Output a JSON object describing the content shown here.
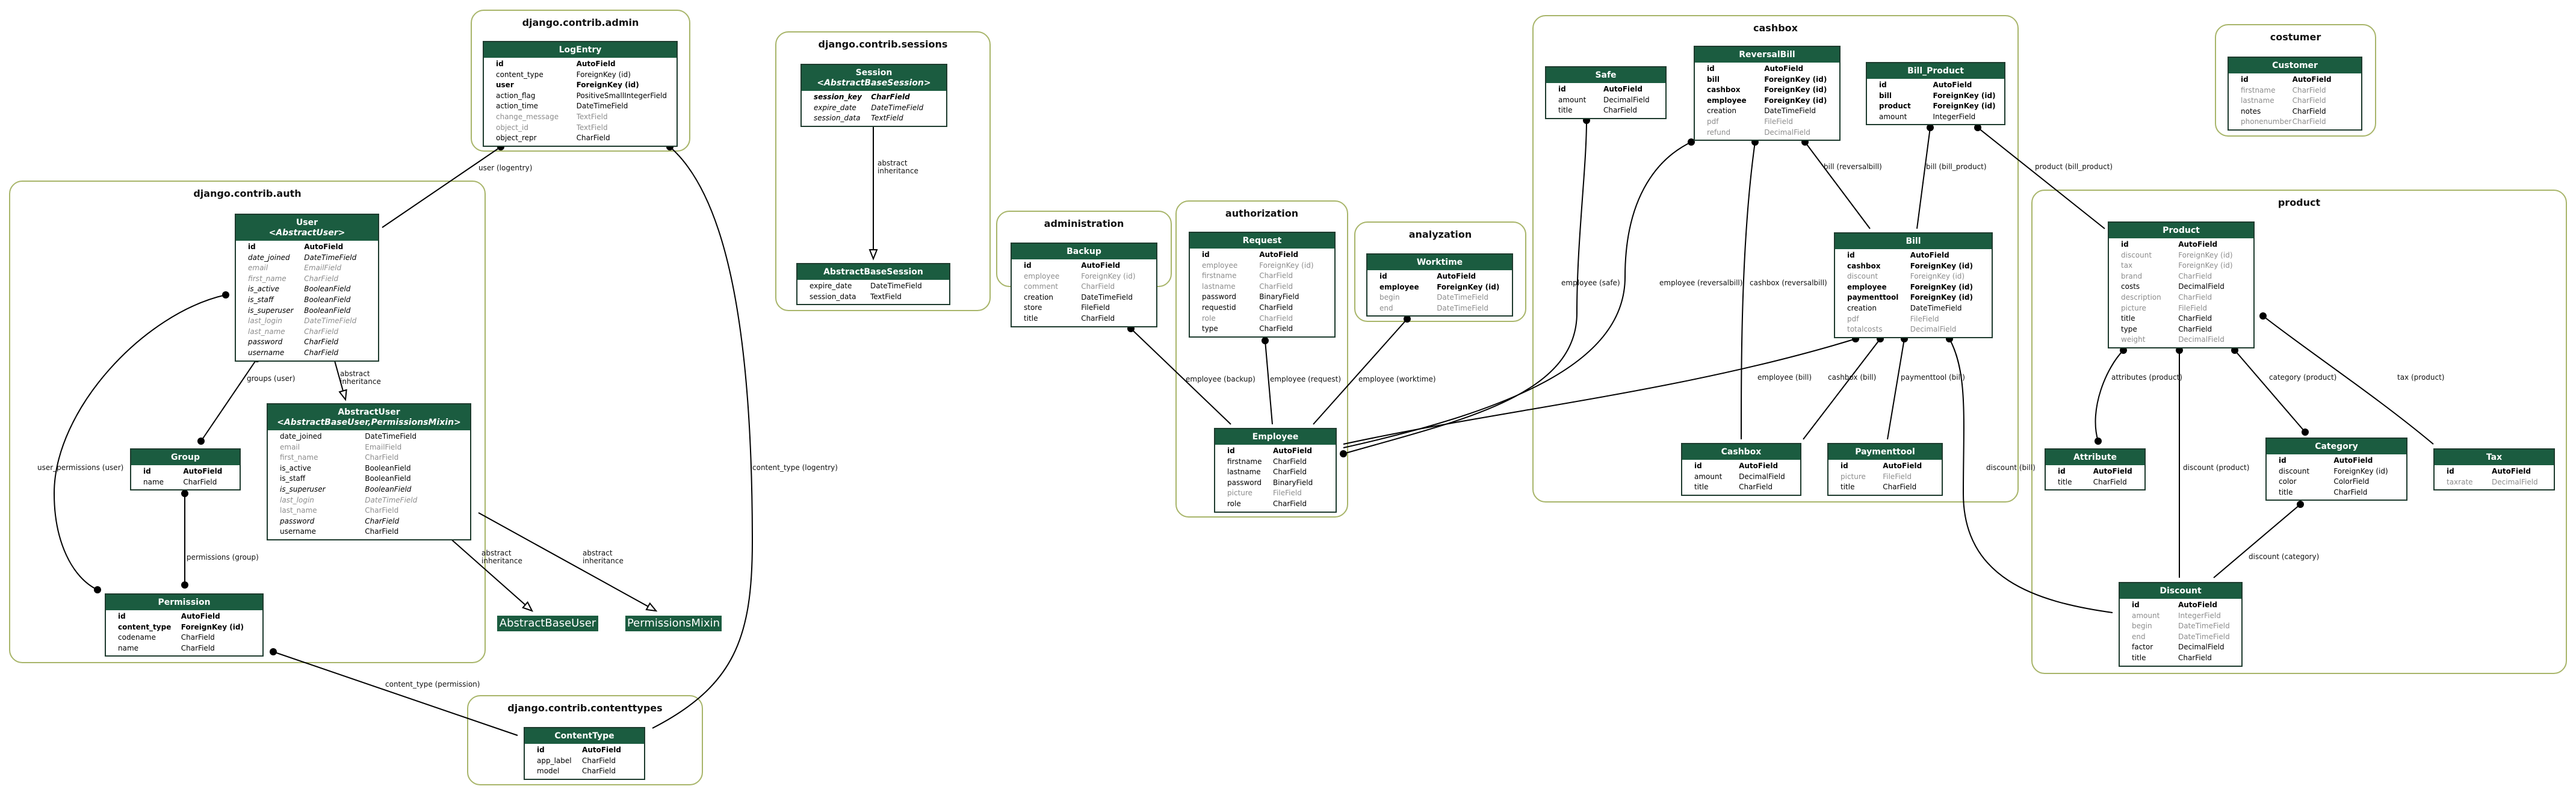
{
  "clusters": {
    "admin": "django.contrib.admin",
    "auth": "django.contrib.auth",
    "sessions": "django.contrib.sessions",
    "contenttypes": "django.contrib.contenttypes",
    "administration": "administration",
    "authorization": "authorization",
    "analyzation": "analyzation",
    "cashbox": "cashbox",
    "costumer": "costumer",
    "product": "product"
  },
  "models": {
    "logentry": {
      "title": "LogEntry",
      "fields": [
        [
          "id",
          "AutoField",
          "bold"
        ],
        [
          "content_type",
          "ForeignKey (id)",
          ""
        ],
        [
          "user",
          "ForeignKey (id)",
          "bold"
        ],
        [
          "action_flag",
          "PositiveSmallIntegerField",
          ""
        ],
        [
          "action_time",
          "DateTimeField",
          ""
        ],
        [
          "change_message",
          "TextField",
          "muted"
        ],
        [
          "object_id",
          "TextField",
          "muted"
        ],
        [
          "object_repr",
          "CharField",
          ""
        ]
      ]
    },
    "user": {
      "title": "User",
      "subtitle": "<AbstractUser>",
      "fields": [
        [
          "id",
          "AutoField",
          "bold"
        ],
        [
          "date_joined",
          "DateTimeField",
          "ital"
        ],
        [
          "email",
          "EmailField",
          "ital muted"
        ],
        [
          "first_name",
          "CharField",
          "ital muted"
        ],
        [
          "is_active",
          "BooleanField",
          "ital"
        ],
        [
          "is_staff",
          "BooleanField",
          "ital"
        ],
        [
          "is_superuser",
          "BooleanField",
          "ital"
        ],
        [
          "last_login",
          "DateTimeField",
          "ital muted"
        ],
        [
          "last_name",
          "CharField",
          "ital muted"
        ],
        [
          "password",
          "CharField",
          "ital"
        ],
        [
          "username",
          "CharField",
          "ital"
        ]
      ]
    },
    "group": {
      "title": "Group",
      "fields": [
        [
          "id",
          "AutoField",
          "bold"
        ],
        [
          "name",
          "CharField",
          ""
        ]
      ]
    },
    "permission": {
      "title": "Permission",
      "fields": [
        [
          "id",
          "AutoField",
          "bold"
        ],
        [
          "content_type",
          "ForeignKey (id)",
          "bold"
        ],
        [
          "codename",
          "CharField",
          ""
        ],
        [
          "name",
          "CharField",
          ""
        ]
      ]
    },
    "abstractuser": {
      "title": "AbstractUser",
      "subtitle": "<AbstractBaseUser,PermissionsMixin>",
      "fields": [
        [
          "date_joined",
          "DateTimeField",
          ""
        ],
        [
          "email",
          "EmailField",
          "muted"
        ],
        [
          "first_name",
          "CharField",
          "muted"
        ],
        [
          "is_active",
          "BooleanField",
          ""
        ],
        [
          "is_staff",
          "BooleanField",
          ""
        ],
        [
          "is_superuser",
          "BooleanField",
          "ital"
        ],
        [
          "last_login",
          "DateTimeField",
          "ital muted"
        ],
        [
          "last_name",
          "CharField",
          "muted"
        ],
        [
          "password",
          "CharField",
          "ital"
        ],
        [
          "username",
          "CharField",
          ""
        ]
      ]
    },
    "session": {
      "title": "Session",
      "subtitle": "<AbstractBaseSession>",
      "fields": [
        [
          "session_key",
          "CharField",
          "bold ital"
        ],
        [
          "expire_date",
          "DateTimeField",
          "ital"
        ],
        [
          "session_data",
          "TextField",
          "ital"
        ]
      ]
    },
    "abstractbasesession": {
      "title": "AbstractBaseSession",
      "fields": [
        [
          "expire_date",
          "DateTimeField",
          ""
        ],
        [
          "session_data",
          "TextField",
          ""
        ]
      ]
    },
    "contenttype": {
      "title": "ContentType",
      "fields": [
        [
          "id",
          "AutoField",
          "bold"
        ],
        [
          "app_label",
          "CharField",
          ""
        ],
        [
          "model",
          "CharField",
          ""
        ]
      ]
    },
    "backup": {
      "title": "Backup",
      "fields": [
        [
          "id",
          "AutoField",
          "bold"
        ],
        [
          "employee",
          "ForeignKey (id)",
          "muted"
        ],
        [
          "comment",
          "CharField",
          "muted"
        ],
        [
          "creation",
          "DateTimeField",
          ""
        ],
        [
          "store",
          "FileField",
          ""
        ],
        [
          "title",
          "CharField",
          ""
        ]
      ]
    },
    "request": {
      "title": "Request",
      "fields": [
        [
          "id",
          "AutoField",
          "bold"
        ],
        [
          "employee",
          "ForeignKey (id)",
          "muted"
        ],
        [
          "firstname",
          "CharField",
          "muted"
        ],
        [
          "lastname",
          "CharField",
          "muted"
        ],
        [
          "password",
          "BinaryField",
          ""
        ],
        [
          "requestid",
          "CharField",
          ""
        ],
        [
          "role",
          "CharField",
          "muted"
        ],
        [
          "type",
          "CharField",
          ""
        ]
      ]
    },
    "employee": {
      "title": "Employee",
      "fields": [
        [
          "id",
          "AutoField",
          "bold"
        ],
        [
          "firstname",
          "CharField",
          ""
        ],
        [
          "lastname",
          "CharField",
          ""
        ],
        [
          "password",
          "BinaryField",
          ""
        ],
        [
          "picture",
          "FileField",
          "muted"
        ],
        [
          "role",
          "CharField",
          ""
        ]
      ]
    },
    "worktime": {
      "title": "Worktime",
      "fields": [
        [
          "id",
          "AutoField",
          "bold"
        ],
        [
          "employee",
          "ForeignKey (id)",
          "bold"
        ],
        [
          "begin",
          "DateTimeField",
          "muted"
        ],
        [
          "end",
          "DateTimeField",
          "muted"
        ]
      ]
    },
    "safe": {
      "title": "Safe",
      "fields": [
        [
          "id",
          "AutoField",
          "bold"
        ],
        [
          "amount",
          "DecimalField",
          ""
        ],
        [
          "title",
          "CharField",
          ""
        ]
      ]
    },
    "reversalbill": {
      "title": "ReversalBill",
      "fields": [
        [
          "id",
          "AutoField",
          "bold"
        ],
        [
          "bill",
          "ForeignKey (id)",
          "bold"
        ],
        [
          "cashbox",
          "ForeignKey (id)",
          "bold"
        ],
        [
          "employee",
          "ForeignKey (id)",
          "bold"
        ],
        [
          "creation",
          "DateTimeField",
          ""
        ],
        [
          "pdf",
          "FileField",
          "muted"
        ],
        [
          "refund",
          "DecimalField",
          "muted"
        ]
      ]
    },
    "bill_product": {
      "title": "Bill_Product",
      "fields": [
        [
          "id",
          "AutoField",
          "bold"
        ],
        [
          "bill",
          "ForeignKey (id)",
          "bold"
        ],
        [
          "product",
          "ForeignKey (id)",
          "bold"
        ],
        [
          "amount",
          "IntegerField",
          ""
        ]
      ]
    },
    "bill": {
      "title": "Bill",
      "fields": [
        [
          "id",
          "AutoField",
          "bold"
        ],
        [
          "cashbox",
          "ForeignKey (id)",
          "bold"
        ],
        [
          "discount",
          "ForeignKey (id)",
          "muted"
        ],
        [
          "employee",
          "ForeignKey (id)",
          "bold"
        ],
        [
          "paymenttool",
          "ForeignKey (id)",
          "bold"
        ],
        [
          "creation",
          "DateTimeField",
          ""
        ],
        [
          "pdf",
          "FileField",
          "muted"
        ],
        [
          "totalcosts",
          "DecimalField",
          "muted"
        ]
      ]
    },
    "cashbox": {
      "title": "Cashbox",
      "fields": [
        [
          "id",
          "AutoField",
          "bold"
        ],
        [
          "amount",
          "DecimalField",
          ""
        ],
        [
          "title",
          "CharField",
          ""
        ]
      ]
    },
    "paymenttool": {
      "title": "Paymenttool",
      "fields": [
        [
          "id",
          "AutoField",
          "bold"
        ],
        [
          "picture",
          "FileField",
          "muted"
        ],
        [
          "title",
          "CharField",
          ""
        ]
      ]
    },
    "customer": {
      "title": "Customer",
      "fields": [
        [
          "id",
          "AutoField",
          "bold"
        ],
        [
          "firstname",
          "CharField",
          "muted"
        ],
        [
          "lastname",
          "CharField",
          "muted"
        ],
        [
          "notes",
          "CharField",
          ""
        ],
        [
          "phonenumber",
          "CharField",
          "muted"
        ]
      ]
    },
    "product": {
      "title": "Product",
      "fields": [
        [
          "id",
          "AutoField",
          "bold"
        ],
        [
          "discount",
          "ForeignKey (id)",
          "muted"
        ],
        [
          "tax",
          "ForeignKey (id)",
          "muted"
        ],
        [
          "brand",
          "CharField",
          "muted"
        ],
        [
          "costs",
          "DecimalField",
          ""
        ],
        [
          "description",
          "CharField",
          "muted"
        ],
        [
          "picture",
          "FileField",
          "muted"
        ],
        [
          "title",
          "CharField",
          ""
        ],
        [
          "type",
          "CharField",
          ""
        ],
        [
          "weight",
          "DecimalField",
          "muted"
        ]
      ]
    },
    "attribute": {
      "title": "Attribute",
      "fields": [
        [
          "id",
          "AutoField",
          "bold"
        ],
        [
          "title",
          "CharField",
          ""
        ]
      ]
    },
    "category": {
      "title": "Category",
      "fields": [
        [
          "id",
          "AutoField",
          "bold"
        ],
        [
          "discount",
          "ForeignKey (id)",
          ""
        ],
        [
          "color",
          "ColorField",
          ""
        ],
        [
          "title",
          "CharField",
          ""
        ]
      ]
    },
    "tax": {
      "title": "Tax",
      "fields": [
        [
          "id",
          "AutoField",
          "bold"
        ],
        [
          "taxrate",
          "DecimalField",
          "muted"
        ]
      ]
    },
    "discount": {
      "title": "Discount",
      "fields": [
        [
          "id",
          "AutoField",
          "bold"
        ],
        [
          "amount",
          "IntegerField",
          "muted"
        ],
        [
          "begin",
          "DateTimeField",
          "muted"
        ],
        [
          "end",
          "DateTimeField",
          "muted"
        ],
        [
          "factor",
          "DecimalField",
          ""
        ],
        [
          "title",
          "CharField",
          ""
        ]
      ]
    }
  },
  "ghosts": {
    "abstractbaseuser": "AbstractBaseUser",
    "permissionsmixin": "PermissionsMixin"
  },
  "edge_labels": {
    "user_logentry": "user (logentry)",
    "content_type_logentry": "content_type (logentry)",
    "abstract_inheritance_user": "abstract\ninheritance",
    "abstract_inheritance_session": "abstract\ninheritance",
    "abstract_inheritance_abu": "abstract\ninheritance",
    "abstract_inheritance_pm": "abstract\ninheritance",
    "groups_user": "groups (user)",
    "user_permissions_user": "user_permissions (user)",
    "permissions_group": "permissions (group)",
    "content_type_permission": "content_type (permission)",
    "employee_backup": "employee (backup)",
    "employee_request": "employee (request)",
    "employee_worktime": "employee (worktime)",
    "employee_safe": "employee (safe)",
    "employee_reversalbill": "employee (reversalbill)",
    "cashbox_reversalbill": "cashbox (reversalbill)",
    "bill_reversalbill": "bill (reversalbill)",
    "bill_bill_product": "bill (bill_product)",
    "product_bill_product": "product (bill_product)",
    "employee_bill": "employee (bill)",
    "cashbox_bill": "cashbox (bill)",
    "paymenttool_bill": "paymenttool (bill)",
    "discount_bill": "discount (bill)",
    "attributes_product": "attributes (product)",
    "discount_product": "discount (product)",
    "category_product": "category (product)",
    "tax_product": "tax (product)",
    "discount_category": "discount (category)"
  },
  "colors": {
    "header": "#1b5c40",
    "cluster_border": "#a8b56a",
    "edge": "#000000",
    "muted_text": "#8d8d8d"
  }
}
